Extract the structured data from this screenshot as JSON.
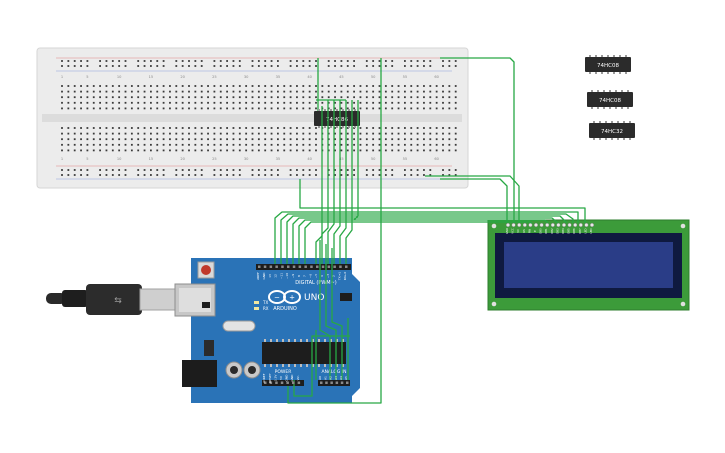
{
  "breadboard": {
    "column_numbers": [
      "1",
      "5",
      "10",
      "15",
      "20",
      "25",
      "30",
      "35",
      "40",
      "45",
      "50",
      "55",
      "60"
    ]
  },
  "chips": {
    "mounted": "74HC86",
    "spare_1": "74HC08",
    "spare_2": "74HC08",
    "spare_3": "74HC32"
  },
  "arduino": {
    "brand": "ARDUINO",
    "model": "UNO",
    "digital_label": "DIGITAL (PWM~)",
    "power_label": "POWER",
    "analog_label": "ANALOG IN",
    "led_labels": [
      "TX",
      "RX"
    ],
    "digital_pins": [
      "AREF",
      "GND",
      "13",
      "12",
      "~11",
      "~10",
      "~9",
      "8",
      "7",
      "~6",
      "~5",
      "4",
      "~3",
      "2",
      "TX→1",
      "RX←0"
    ],
    "power_pins": [
      "IOREF",
      "RESET",
      "3.3V",
      "5V",
      "GND",
      "GND",
      "Vin"
    ],
    "analog_pins": [
      "A0",
      "A1",
      "A2",
      "A3",
      "A4",
      "A5"
    ]
  },
  "lcd": {
    "pin_labels": [
      "GND",
      "VCC",
      "V0",
      "RS",
      "RW",
      "E",
      "DB0",
      "DB1",
      "DB2",
      "DB3",
      "DB4",
      "DB5",
      "DB6",
      "DB7",
      "LED",
      "LED"
    ]
  },
  "colors": {
    "wire": "#27a844",
    "breadboard": "#ececec",
    "arduino_board": "#2a73b7",
    "lcd_board": "#3c9b3a",
    "lcd_screen": "#2a3d87",
    "chip": "#2b2b2b"
  }
}
